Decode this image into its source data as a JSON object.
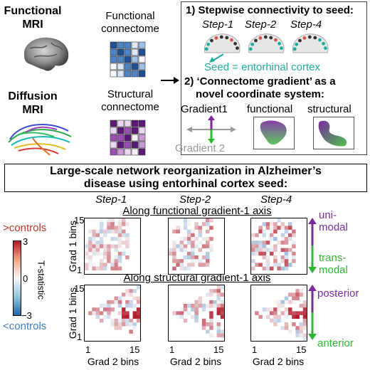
{
  "top_left": {
    "functional_mri": "Functional\nMRI",
    "functional_connectome": "Functional\nconnectome",
    "diffusion_mri": "Diffusion\nMRI",
    "structural_connectome": "Structural\nconnectome"
  },
  "top_right": {
    "heading1": "1) Stepwise connectivity to seed:",
    "steps": [
      "Step-1",
      "Step-2",
      "Step-4"
    ],
    "seed": "Seed = entorhinal cortex",
    "heading2_line1": "2) ‘Connectome gradient’ as a",
    "heading2_line2": "novel coordinate system:",
    "gradient1": "Gradient1",
    "gradient2": "Gradient 2",
    "functional": "functional",
    "structural": "structural"
  },
  "title_line1": "Large-scale network reorganization in Alzheimer’s",
  "title_line2": "disease using entorhinal cortex seed:",
  "columns": [
    "Step-1",
    "Step-2",
    "Step-4"
  ],
  "row1_title": "Along functional gradient-1 axis",
  "row2_title": "Along structural gradient-1 axis",
  "colorbar": {
    "above": ">controls",
    "below": "<controls",
    "ticks": [
      "3",
      "0",
      "−3"
    ],
    "label": "T-statistic",
    "colors": {
      "pos": "#b2182b",
      "neg": "#2166ac"
    }
  },
  "axis": {
    "ylabel": "Grad 1 bins",
    "xlabel": "Grad 2 bins",
    "tick_max": "15",
    "tick_min": "1"
  },
  "right_labels": {
    "uni": "uni-\nmodal",
    "trans": "trans-\nmodal",
    "posterior": "posterior",
    "anterior": "anterior"
  },
  "colors": {
    "title_red": "#c0392b",
    "title_blue": "#3b7fc4",
    "seed_teal": "#1aaf9c",
    "purple": "#7b2b9e",
    "green": "#2fb82f",
    "gray": "#9a9a9a"
  }
}
